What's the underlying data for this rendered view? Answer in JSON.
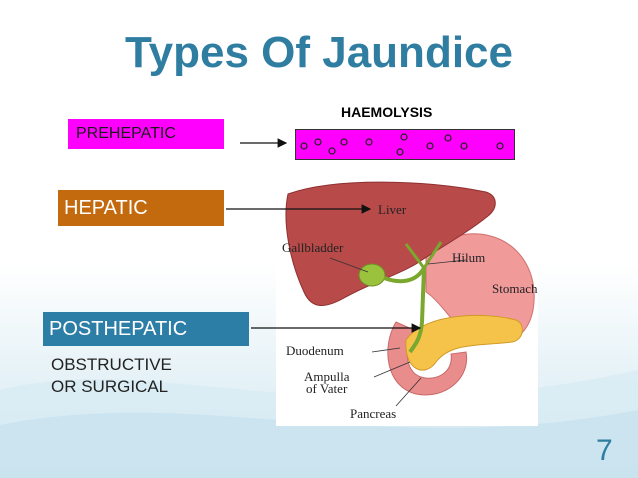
{
  "slide": {
    "title": "Types Of Jaundice",
    "page_number": "7"
  },
  "types": {
    "prehepatic": "PREHEPATIC",
    "hepatic": "HEPATIC",
    "posthepatic": "POSTHEPATIC",
    "posthepatic_note_line1": "OBSTRUCTIVE",
    "posthepatic_note_line2": "OR SURGICAL"
  },
  "haemolysis": {
    "label": "HAEMOLYSIS"
  },
  "diagram_labels": {
    "liver": "Liver",
    "gallbladder": "Gallbladder",
    "hilum": "Hilum",
    "stomach": "Stomach",
    "duodenum": "Duodenum",
    "ampulla_line1": "Ampulla",
    "ampulla_line2": "of Vater",
    "pancreas": "Pancreas"
  },
  "colors": {
    "title": "#2f7ea2",
    "prehepatic": "#ff00ff",
    "hepatic": "#c46a0e",
    "posthepatic": "#2c7ea6"
  }
}
